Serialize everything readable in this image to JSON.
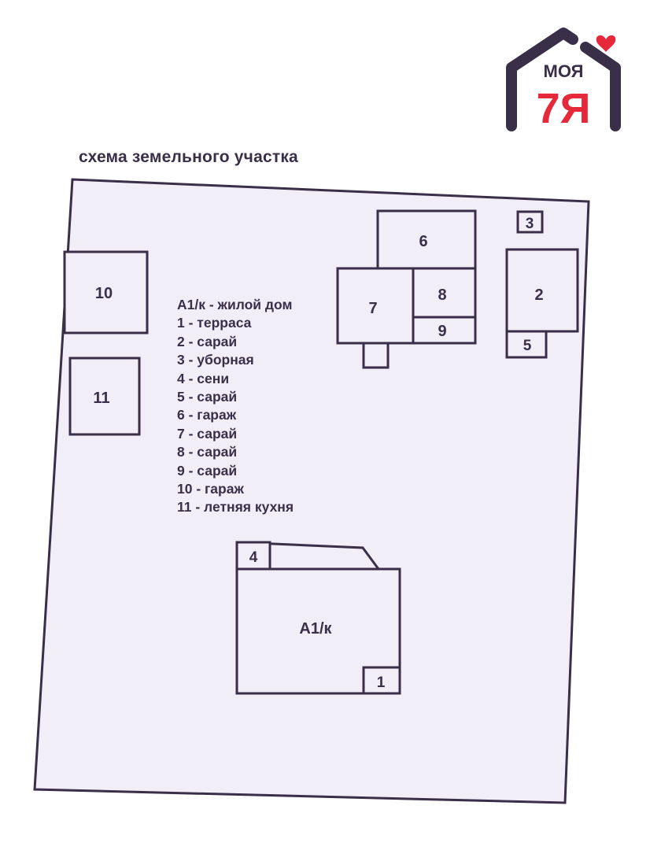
{
  "title": "схема земельного участка",
  "logo": {
    "top": "МОЯ",
    "bottom": "7Я"
  },
  "legend": [
    "A1/к - жилой дом",
    "1 - терраса",
    "2 - сарай",
    "3 - уборная",
    "4 - сени",
    "5 - сарай",
    "6 - гараж",
    "7 - сарай",
    "8 - сарай",
    "9 - сарай",
    "10 - гараж",
    "11 - летняя кухня"
  ],
  "buildings": {
    "b1": "1",
    "b2": "2",
    "b3": "3",
    "b4": "4",
    "b5": "5",
    "b6": "6",
    "b7": "7",
    "b8": "8",
    "b9": "9",
    "b10": "10",
    "b11": "11",
    "house": "A1/к"
  },
  "colors": {
    "line": "#3a2f48",
    "fill": "#f1eef8",
    "brand_red": "#e5283a",
    "brand_dark": "#3a2f48"
  }
}
